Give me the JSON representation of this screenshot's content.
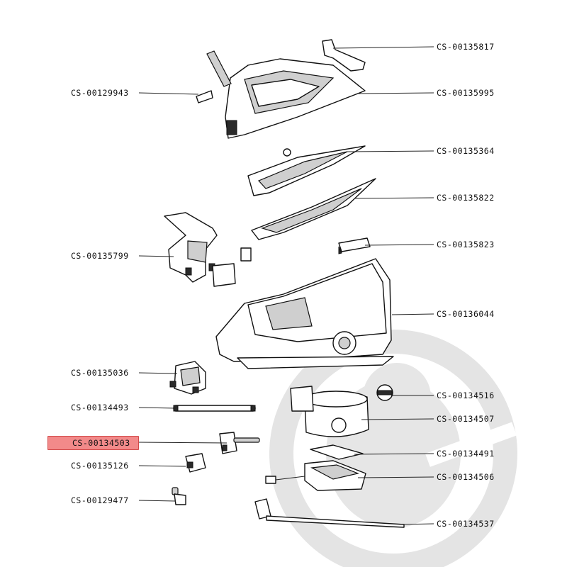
{
  "highlight_color": "#f28a8a",
  "parts": [
    {
      "id": "CS-00135817",
      "side": "right",
      "highlighted": false
    },
    {
      "id": "CS-00129943",
      "side": "left",
      "highlighted": false
    },
    {
      "id": "CS-00135995",
      "side": "right",
      "highlighted": false
    },
    {
      "id": "CS-00135364",
      "side": "right",
      "highlighted": false
    },
    {
      "id": "CS-00135822",
      "side": "right",
      "highlighted": false
    },
    {
      "id": "CS-00135823",
      "side": "right",
      "highlighted": false
    },
    {
      "id": "CS-00135799",
      "side": "left",
      "highlighted": false
    },
    {
      "id": "CS-00136044",
      "side": "right",
      "highlighted": false
    },
    {
      "id": "CS-00135036",
      "side": "left",
      "highlighted": false
    },
    {
      "id": "CS-00134516",
      "side": "right",
      "highlighted": false
    },
    {
      "id": "CS-00134493",
      "side": "left",
      "highlighted": false
    },
    {
      "id": "CS-00134507",
      "side": "right",
      "highlighted": false
    },
    {
      "id": "CS-00134503",
      "side": "left",
      "highlighted": true
    },
    {
      "id": "CS-00134491",
      "side": "right",
      "highlighted": false
    },
    {
      "id": "CS-00135126",
      "side": "left",
      "highlighted": false
    },
    {
      "id": "CS-00134506",
      "side": "right",
      "highlighted": false
    },
    {
      "id": "CS-00129477",
      "side": "left",
      "highlighted": false
    },
    {
      "id": "CS-00134537",
      "side": "right",
      "highlighted": false
    }
  ]
}
